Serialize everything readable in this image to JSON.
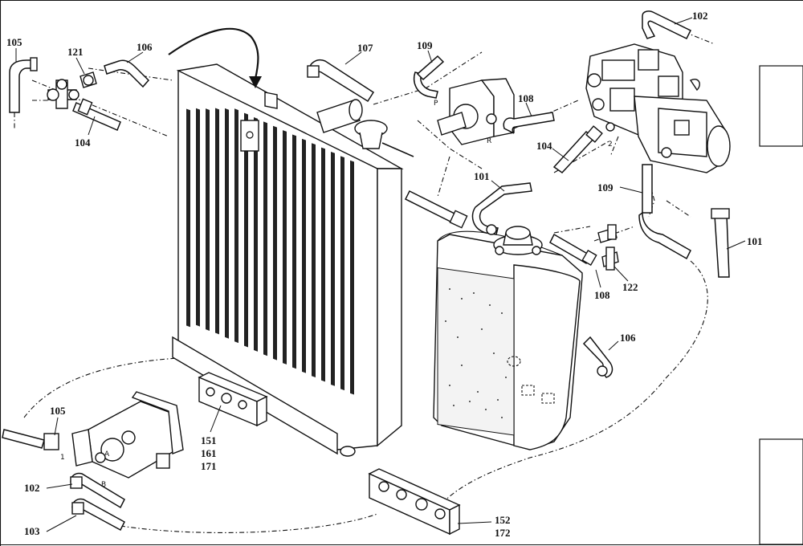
{
  "labels": {
    "l105_top": "105",
    "l121": "121",
    "l106_top": "106",
    "l104_left": "104",
    "l107": "107",
    "l109_top": "109",
    "l108_mid": "108",
    "l102_top": "102",
    "l104_mid": "104",
    "l101_mid": "101",
    "l109_right": "109",
    "l101_right": "101",
    "l108_low": "108",
    "l122": "122",
    "l106_mid": "106",
    "l105_low": "105",
    "l151": "151",
    "l161": "161",
    "l171": "171",
    "l102_low": "102",
    "l103": "103",
    "l152": "152",
    "l172": "172"
  },
  "port_marks": {
    "p": "P",
    "r": "R",
    "two": "2",
    "one": "1",
    "a": "A",
    "b": "B"
  }
}
